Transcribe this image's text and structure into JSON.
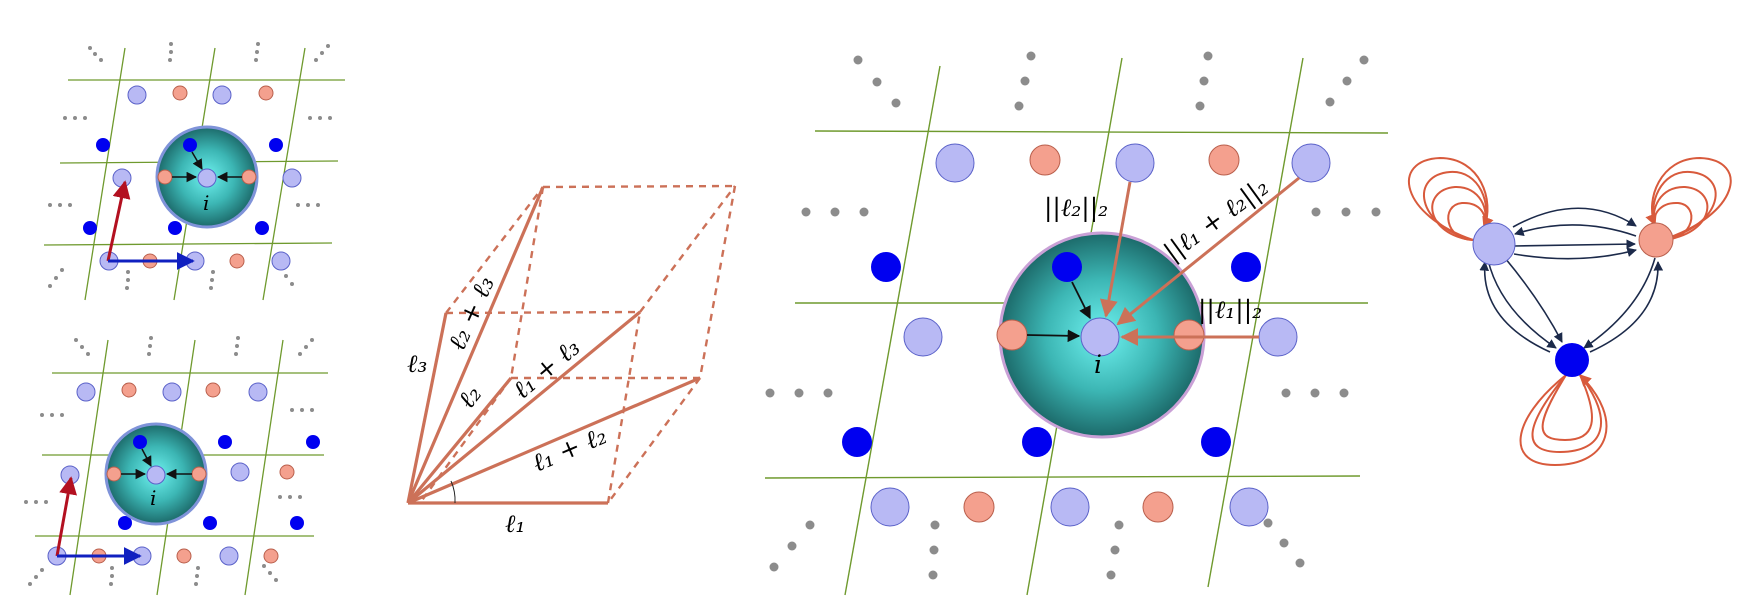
{
  "colors": {
    "lattice_line": "#6f9a2e",
    "light_atom": "#b8b9f4",
    "light_atom_stroke": "#5b62c9",
    "salmon_atom": "#f4a08e",
    "salmon_atom_stroke": "#b95f4c",
    "dark_atom": "#0000f0",
    "grey_dot": "#8c8c8c",
    "sphere_center": "#5fe6e6",
    "sphere_edge": "#1f6f6f",
    "sphere_ring_small": "#7f93d9",
    "sphere_ring_large": "#c9a0d6",
    "vector_line": "#cc7158",
    "lattice_vector_red": "#b31020",
    "lattice_vector_blue": "#1020c0",
    "graph_edge_dark": "#1c2a4a",
    "graph_loop": "#d85a3c"
  },
  "panel_small": {
    "center_label": "i"
  },
  "panel_vectors": {
    "labels": {
      "l1": "ℓ₁",
      "l2": "ℓ₂",
      "l3": "ℓ₃",
      "l1_plus_l2": "ℓ₁ + ℓ₂",
      "l1_plus_l3": "ℓ₁ + ℓ₃",
      "l2_plus_l3": "ℓ₂ + ℓ₃"
    }
  },
  "panel_large": {
    "center_label": "i",
    "norm_l2": "||ℓ₂||₂",
    "norm_l1_plus_l2": "||ℓ₁ + ℓ₂||₂",
    "norm_l1": "||ℓ₁||₂"
  },
  "panel_graph": {
    "nodes": [
      "light-atom-node",
      "salmon-atom-node",
      "dark-atom-node"
    ]
  }
}
